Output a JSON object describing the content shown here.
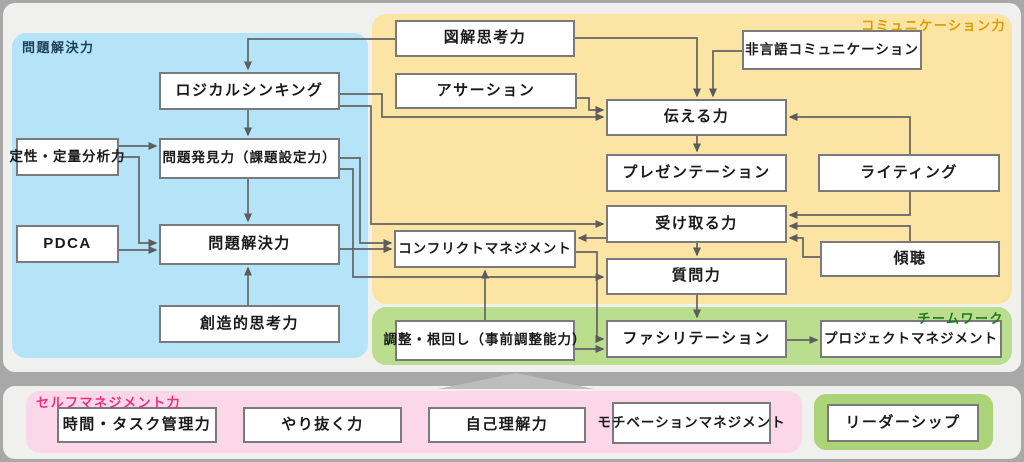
{
  "regions": {
    "problem_solving": {
      "label": "問題解決力",
      "color": "#b5e4f9",
      "label_color": "#1d4059"
    },
    "communication": {
      "label": "コミュニケーション力",
      "color": "#fce5a4",
      "label_color": "#d89b00"
    },
    "teamwork": {
      "label": "チームワーク",
      "color": "#badd8e",
      "label_color": "#1f7a1f"
    },
    "self_management": {
      "label": "セルフマネジメント力",
      "color": "#fbd7e9",
      "label_color": "#ee2d85"
    },
    "leadership_group": {
      "color": "#abd377"
    }
  },
  "nodes": [
    {
      "id": "diagram-thinking",
      "lines": [
        "図解思考力"
      ]
    },
    {
      "id": "nonverbal-communication",
      "lines": [
        "非言語",
        "コミュニケーション"
      ]
    },
    {
      "id": "logical-thinking",
      "lines": [
        "ロジカルシンキング"
      ]
    },
    {
      "id": "assertion",
      "lines": [
        "アサーション"
      ]
    },
    {
      "id": "conveying",
      "lines": [
        "伝える力"
      ]
    },
    {
      "id": "qual-quant-analysis",
      "lines": [
        "定性・定量",
        "分析力"
      ]
    },
    {
      "id": "problem-finding",
      "lines": [
        "問題発見力",
        "（課題設定力）"
      ]
    },
    {
      "id": "presentation",
      "lines": [
        "プレゼンテーション"
      ]
    },
    {
      "id": "writing",
      "lines": [
        "ライティング"
      ]
    },
    {
      "id": "pdca",
      "lines": [
        "PDCA"
      ]
    },
    {
      "id": "problem-solving",
      "lines": [
        "問題解決力"
      ]
    },
    {
      "id": "conflict-management",
      "lines": [
        "コンフリクト",
        "マネジメント"
      ]
    },
    {
      "id": "receiving",
      "lines": [
        "受け取る力"
      ]
    },
    {
      "id": "listening",
      "lines": [
        "傾聴"
      ]
    },
    {
      "id": "questioning",
      "lines": [
        "質問力"
      ]
    },
    {
      "id": "creative-thinking",
      "lines": [
        "創造的思考力"
      ]
    },
    {
      "id": "coordination",
      "lines": [
        "調整・根回し",
        "（事前調整能力）"
      ]
    },
    {
      "id": "facilitation",
      "lines": [
        "ファシリテーション"
      ]
    },
    {
      "id": "project-management",
      "lines": [
        "プロジェクト",
        "マネジメント"
      ]
    },
    {
      "id": "time-task-management",
      "lines": [
        "時間・タスク管理力"
      ]
    },
    {
      "id": "grit",
      "lines": [
        "やり抜く力"
      ]
    },
    {
      "id": "self-understanding",
      "lines": [
        "自己理解力"
      ]
    },
    {
      "id": "motivation-management",
      "lines": [
        "モチベーション",
        "マネジメント"
      ]
    },
    {
      "id": "leadership",
      "lines": [
        "リーダーシップ"
      ]
    }
  ],
  "edges": [
    {
      "from": "diagram-thinking",
      "to": "logical-thinking"
    },
    {
      "from": "diagram-thinking",
      "to": "conveying"
    },
    {
      "from": "nonverbal-communication",
      "to": "conveying"
    },
    {
      "from": "assertion",
      "to": "conveying"
    },
    {
      "from": "logical-thinking",
      "to": "conveying"
    },
    {
      "from": "logical-thinking",
      "to": "receiving"
    },
    {
      "from": "writing",
      "to": "conveying"
    },
    {
      "from": "qual-quant-analysis",
      "to": "problem-finding"
    },
    {
      "from": "qual-quant-analysis",
      "to": "problem-solving"
    },
    {
      "from": "pdca",
      "to": "problem-solving"
    },
    {
      "from": "logical-thinking",
      "to": "problem-finding"
    },
    {
      "from": "problem-finding",
      "to": "problem-solving"
    },
    {
      "from": "creative-thinking",
      "to": "problem-solving"
    },
    {
      "from": "problem-finding",
      "to": "conflict-management"
    },
    {
      "from": "problem-finding",
      "to": "questioning"
    },
    {
      "from": "problem-solving",
      "to": "conflict-management"
    },
    {
      "from": "receiving",
      "to": "conflict-management"
    },
    {
      "from": "conflict-management",
      "to": "facilitation"
    },
    {
      "from": "coordination",
      "to": "conflict-management"
    },
    {
      "from": "conveying",
      "to": "presentation"
    },
    {
      "from": "receiving",
      "to": "questioning"
    },
    {
      "from": "questioning",
      "to": "facilitation"
    },
    {
      "from": "writing",
      "to": "receiving"
    },
    {
      "from": "listening",
      "to": "receiving"
    },
    {
      "from": "listening",
      "to": "receiving"
    },
    {
      "from": "coordination",
      "to": "facilitation"
    },
    {
      "from": "facilitation",
      "to": "project-management"
    }
  ],
  "colors": {
    "arrow": "#5f5f5f",
    "box_border": "#7a7a7a"
  }
}
